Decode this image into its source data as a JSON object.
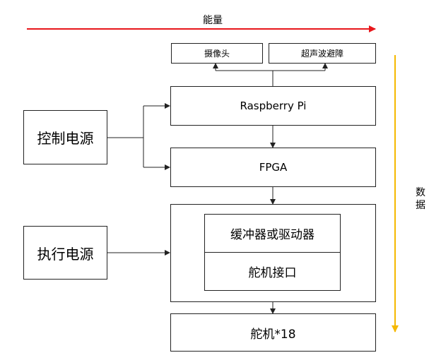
{
  "energy_label": "能量",
  "data_label": [
    "数",
    "据"
  ],
  "colors": {
    "energy_arrow": "#e8161b",
    "data_arrow": "#f5b800",
    "line": "#222222"
  },
  "boxes": {
    "camera": "摄像头",
    "ultrasonic": "超声波避障",
    "raspberry": "Raspberry Pi",
    "fpga": "FPGA",
    "control_power": "控制电源",
    "exec_power": "执行电源",
    "buffer": "缓冲器或驱动器",
    "servo_interface": "舵机接口",
    "servos": "舵机*18"
  }
}
